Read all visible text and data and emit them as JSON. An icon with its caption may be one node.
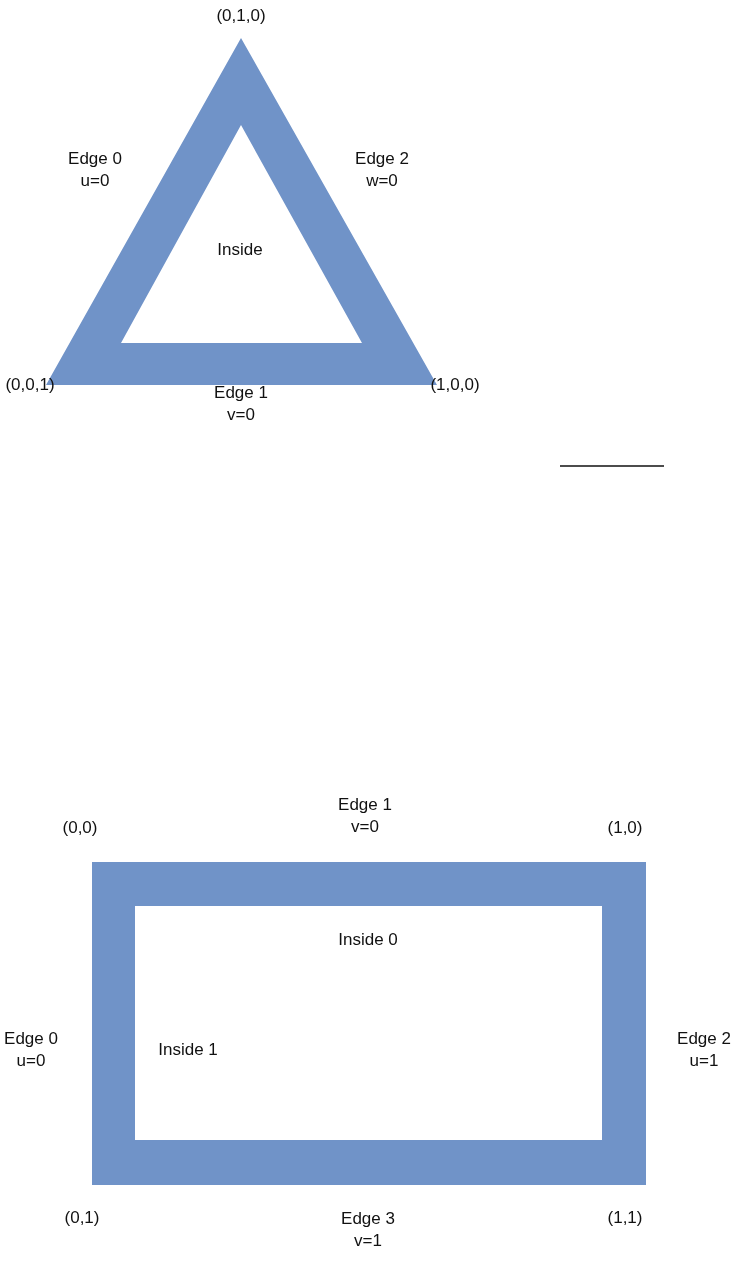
{
  "diagram": {
    "nodes": [
      {
        "text": [
          "Inside"
        ]
      },
      {
        "text": [
          "Inside 0",
          "Inside 1"
        ]
      }
    ],
    "edges": [],
    "labels": [
      "(0,1,0)",
      "Edge 0 u=0",
      "Edge 2 w=0",
      "(0,0,1)",
      "Edge 1 v=0",
      "(1,0,0)",
      "Edge 1 v=0",
      "(0,0)",
      "(1,0)",
      "Edge 0 u=0",
      "Edge 2 u=1",
      "(0,1)",
      "Edge 3 v=1",
      "(1,1)"
    ]
  }
}
